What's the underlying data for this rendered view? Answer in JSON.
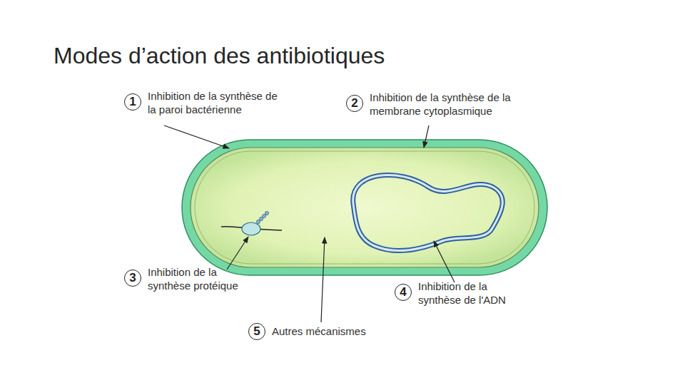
{
  "diagram": {
    "title": "Modes d’action des antibiotiques",
    "nodes": [
      {
        "text": [
          "1",
          "Inhibition de la synthèse de la paroi bactérienne"
        ]
      },
      {
        "text": [
          "2",
          "Inhibition de la synthèse de la membrane cytoplasmique"
        ]
      },
      {
        "text": [
          "3",
          "Inhibition de la synthèse protéique"
        ]
      },
      {
        "text": [
          "4",
          "Inhibition de la synthèse de l'ADN"
        ]
      },
      {
        "text": [
          "5",
          "Autres mécanismes"
        ]
      }
    ]
  }
}
